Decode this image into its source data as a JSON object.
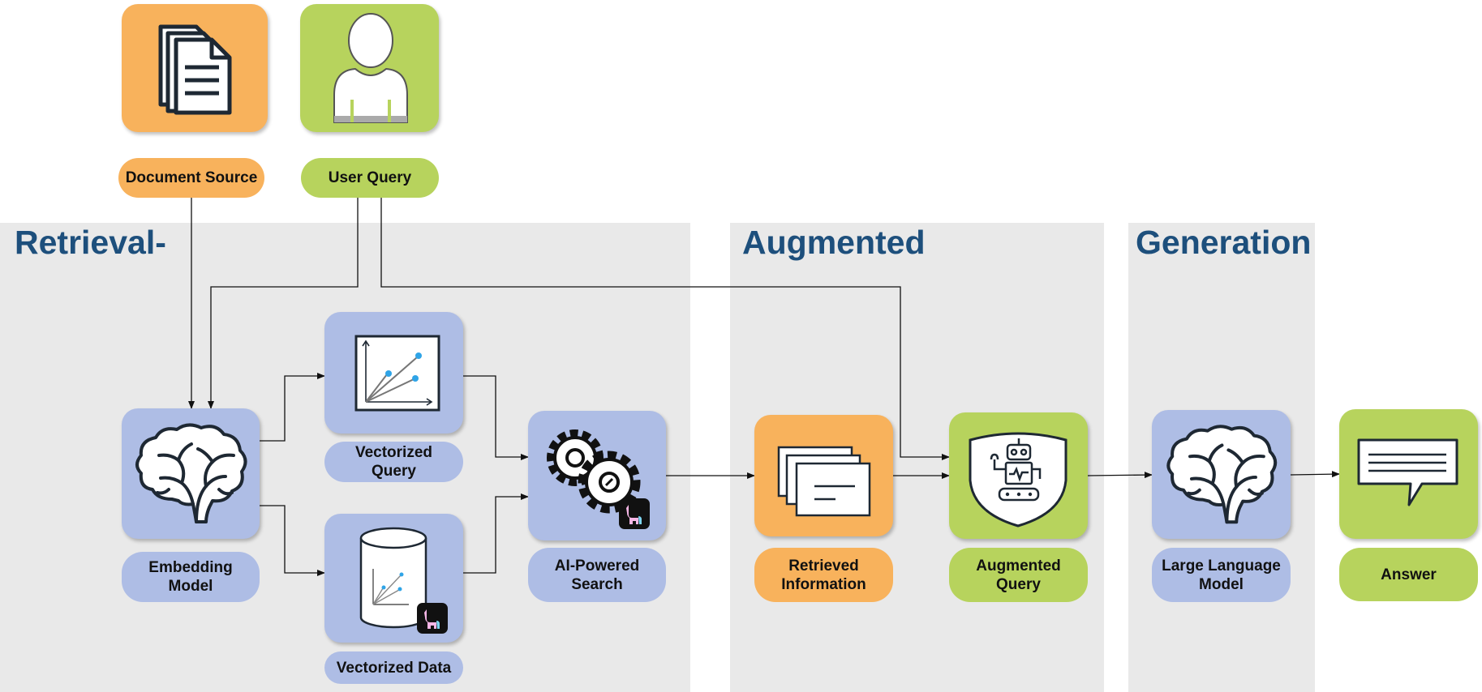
{
  "stages": {
    "retrieval": "Retrieval-",
    "augmented": "Augmented",
    "generation": "Generation"
  },
  "labels": {
    "document_source": "Document Source",
    "user_query": "User Query",
    "embedding_model_1": "Embedding",
    "embedding_model_2": "Model",
    "vectorized_query_1": "Vectorized",
    "vectorized_query_2": "Query",
    "vectorized_data": "Vectorized Data",
    "ai_search_1": "AI-Powered",
    "ai_search_2": "Search",
    "retrieved_info_1": "Retrieved",
    "retrieved_info_2": "Information",
    "augmented_query_1": "Augmented",
    "augmented_query_2": "Query",
    "llm_1": "Large Language",
    "llm_2": "Model",
    "answer": "Answer"
  },
  "icons": {
    "document_source": "documents-icon",
    "user_query": "user-icon",
    "embedding_model": "brain-icon",
    "vectorized_query": "vector-chart-icon",
    "vectorized_data": "database-icon",
    "ai_search": "gears-icon",
    "retrieved_info": "cards-icon",
    "augmented_query": "robot-shield-icon",
    "llm": "brain-icon",
    "answer": "speech-bubble-icon",
    "badge": "llama-icon"
  },
  "colors": {
    "orange": "#f8b25c",
    "green": "#b7d35d",
    "blue": "#aebde5",
    "stage_title": "#1d4f7c",
    "panel": "#e9e9e9"
  }
}
